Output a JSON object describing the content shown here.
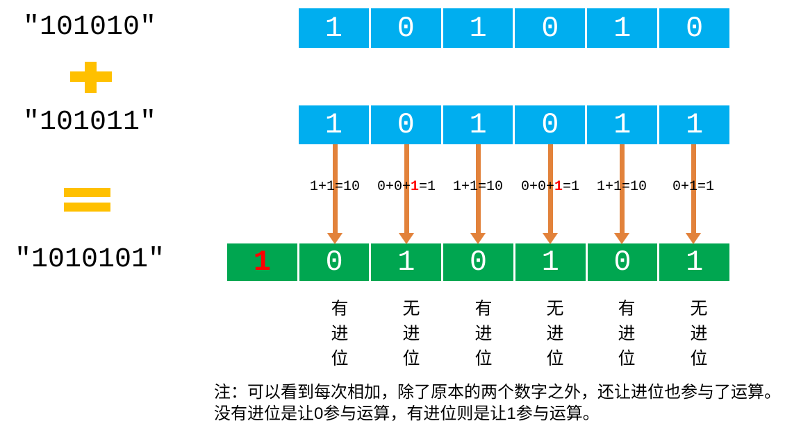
{
  "left_panel": {
    "operand1": "\"101010\"",
    "operand2": "\"101011\"",
    "result": "\"1010101\""
  },
  "bars": {
    "top": {
      "cells": [
        "1",
        "0",
        "1",
        "0",
        "1",
        "0"
      ]
    },
    "middle": {
      "cells": [
        "1",
        "0",
        "1",
        "0",
        "1",
        "1"
      ]
    },
    "result": {
      "carry_digit": "1",
      "cells": [
        "0",
        "1",
        "0",
        "1",
        "0",
        "1"
      ]
    }
  },
  "calculations": [
    {
      "prefix": "1+1=10",
      "carry": "",
      "suffix": ""
    },
    {
      "prefix": "0+0+",
      "carry": "1",
      "suffix": "=1"
    },
    {
      "prefix": "1+1=10",
      "carry": "",
      "suffix": ""
    },
    {
      "prefix": "0+0+",
      "carry": "1",
      "suffix": "=1"
    },
    {
      "prefix": "1+1=10",
      "carry": "",
      "suffix": ""
    },
    {
      "prefix": "0+1=1",
      "carry": "",
      "suffix": ""
    }
  ],
  "carry_labels": [
    "有进位",
    "无进位",
    "有进位",
    "无进位",
    "有进位",
    "无进位"
  ],
  "note": {
    "line1": "注：可以看到每次相加，除了原本的两个数字之外，还让进位也参与了运算。",
    "line2": "没有进位是让0参与运算，有进位则是让1参与运算。"
  },
  "colors": {
    "bar_blue": "#00AEEF",
    "bar_green": "#00A650",
    "arrow_orange": "#E2823B",
    "operator_yellow": "#FFC000",
    "carry_red": "#FF0000"
  }
}
